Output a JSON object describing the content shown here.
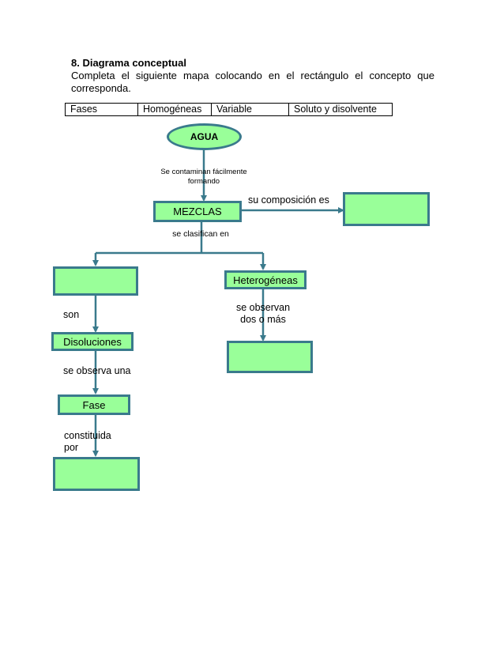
{
  "heading": {
    "title": "8. Diagrama conceptual",
    "instructions": "Completa el siguiente mapa colocando en el rectángulo el concepto que corresponda."
  },
  "terms": [
    "Fases",
    "Homogéneas",
    "Variable",
    "Soluto y disolvente"
  ],
  "map": {
    "root": "AGUA",
    "link_contaminan_1": "Se contaminan fácilmente",
    "link_contaminan_2": "formando",
    "mezclas": "MEZCLAS",
    "link_composicion": "su composición es",
    "link_clasifican": "se clasifican en",
    "heterogeneas": "Heterogéneas",
    "link_son": "son",
    "link_observan_1": "se observan",
    "link_observan_2": "dos o más",
    "disoluciones": "Disoluciones",
    "link_observa_una": "se observa una",
    "fase": "Fase",
    "link_constituida_1": "constituida",
    "link_constituida_2": "por",
    "colors": {
      "fill": "#99ff99",
      "border": "#3a7a8c"
    }
  }
}
